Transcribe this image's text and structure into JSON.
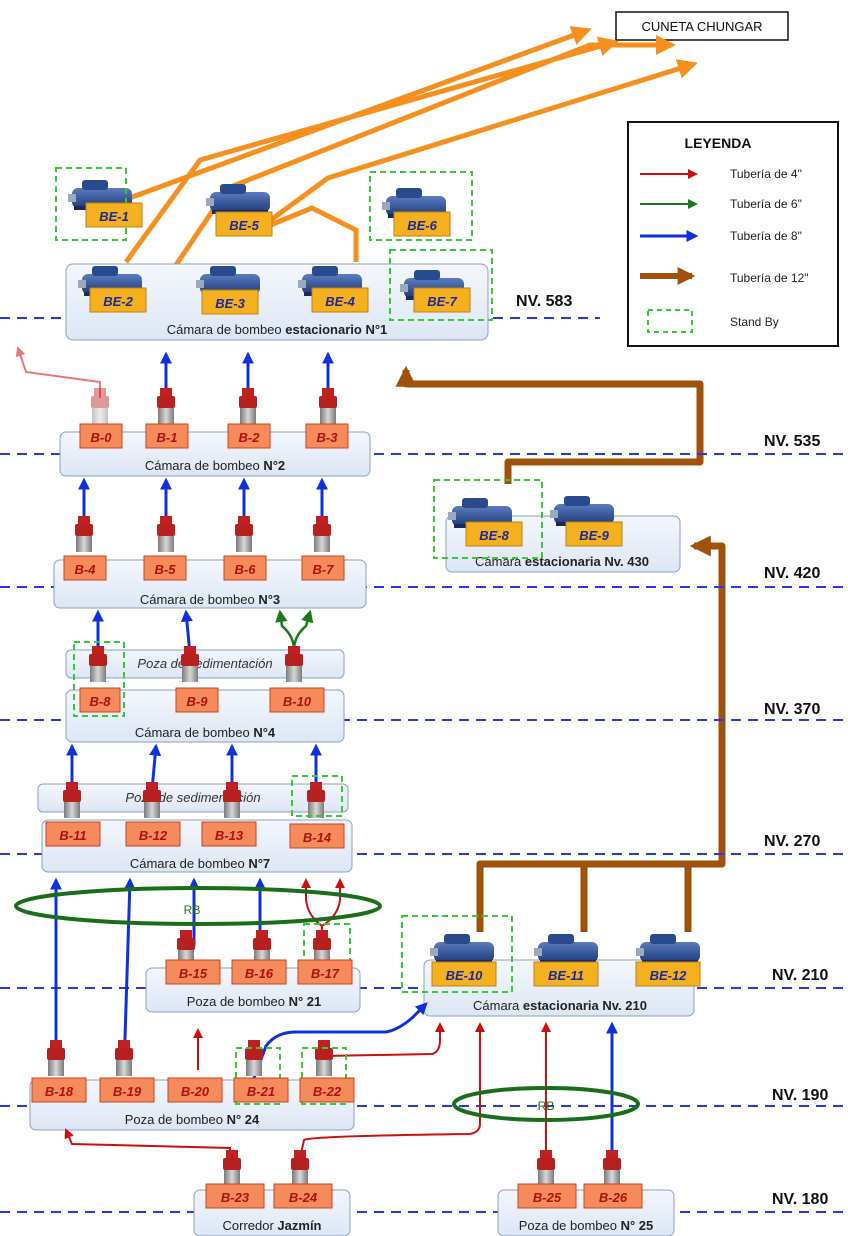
{
  "colors": {
    "pipe_4": "#cc1010",
    "pipe_6": "#1a7a1a",
    "pipe_8": "#1030e0",
    "pipe_12": "#a0520a",
    "orange_pipe": "#f5901e",
    "level_line": "#2838e8",
    "standby": "#33cc33",
    "chamber_fill": "#e8eef8",
    "chamber_stroke": "#8aa0c0",
    "tag_be_fill": "#f5b020",
    "tag_be_text": "#1a2a9a",
    "tag_b_fill": "#f58a5a",
    "tag_b_text": "#b01010",
    "rb_ellipse": "#1a6e1a"
  },
  "destination": "CUNETA CHUNGAR",
  "legend": {
    "title": "LEYENDA",
    "items": [
      {
        "label": "Tubería de 4\"",
        "color": "#cc1010",
        "icon": "arrow"
      },
      {
        "label": "Tubería de 6\"",
        "color": "#1a7a1a",
        "icon": "arrow"
      },
      {
        "label": "Tubería de 8\"",
        "color": "#1030e0",
        "icon": "arrow"
      },
      {
        "label": "Tubería de 12\"",
        "color": "#a0520a",
        "icon": "arrow"
      },
      {
        "label": "Stand By",
        "color": "#33cc33",
        "icon": "dashed-box"
      }
    ]
  },
  "levels": {
    "nv583": "NV. 583",
    "nv535": "NV. 535",
    "nv420": "NV. 420",
    "nv370": "NV. 370",
    "nv270": "NV. 270",
    "nv210": "NV. 210",
    "nv190": "NV. 190",
    "nv180": "NV. 180"
  },
  "chambers": {
    "c1_prefix": "Cámara de bombeo ",
    "c1_bold": "estacionario N°1",
    "c2_prefix": "Cámara de bombeo ",
    "c2_bold": "N°2",
    "c3_prefix": "Cámara de bombeo ",
    "c3_bold": "N°3",
    "c4_prefix": "Cámara de bombeo ",
    "c4_bold": "N°4",
    "c7_prefix": "Cámara de bombeo ",
    "c7_bold": "N°7",
    "p21_prefix": "Poza de bombeo ",
    "p21_bold": "N° 21",
    "p24_prefix": "Poza de bombeo ",
    "p24_bold": "N° 24",
    "cor_prefix": "Corredor ",
    "cor_bold": "Jazmín",
    "p25_prefix": "Poza de bombeo ",
    "p25_bold": "N° 25",
    "e430_prefix": "Cámara ",
    "e430_bold": "estacionaria Nv. 430",
    "e210_prefix": "Cámara ",
    "e210_bold": "estacionaria Nv. 210",
    "sed_upper": "Poza de sedimentación",
    "sed_lower": "Poza de sedimentación"
  },
  "rb_label_1": "RB",
  "rb_label_2": "RB",
  "be_pumps": [
    "BE-1",
    "BE-2",
    "BE-3",
    "BE-4",
    "BE-5",
    "BE-6",
    "BE-7",
    "BE-8",
    "BE-9",
    "BE-10",
    "BE-11",
    "BE-12"
  ],
  "b_pumps": [
    "B-0",
    "B-1",
    "B-2",
    "B-3",
    "B-4",
    "B-5",
    "B-6",
    "B-7",
    "B-8",
    "B-9",
    "B-10",
    "B-11",
    "B-12",
    "B-13",
    "B-14",
    "B-15",
    "B-16",
    "B-17",
    "B-18",
    "B-19",
    "B-20",
    "B-21",
    "B-22",
    "B-23",
    "B-24",
    "B-25",
    "B-26"
  ]
}
